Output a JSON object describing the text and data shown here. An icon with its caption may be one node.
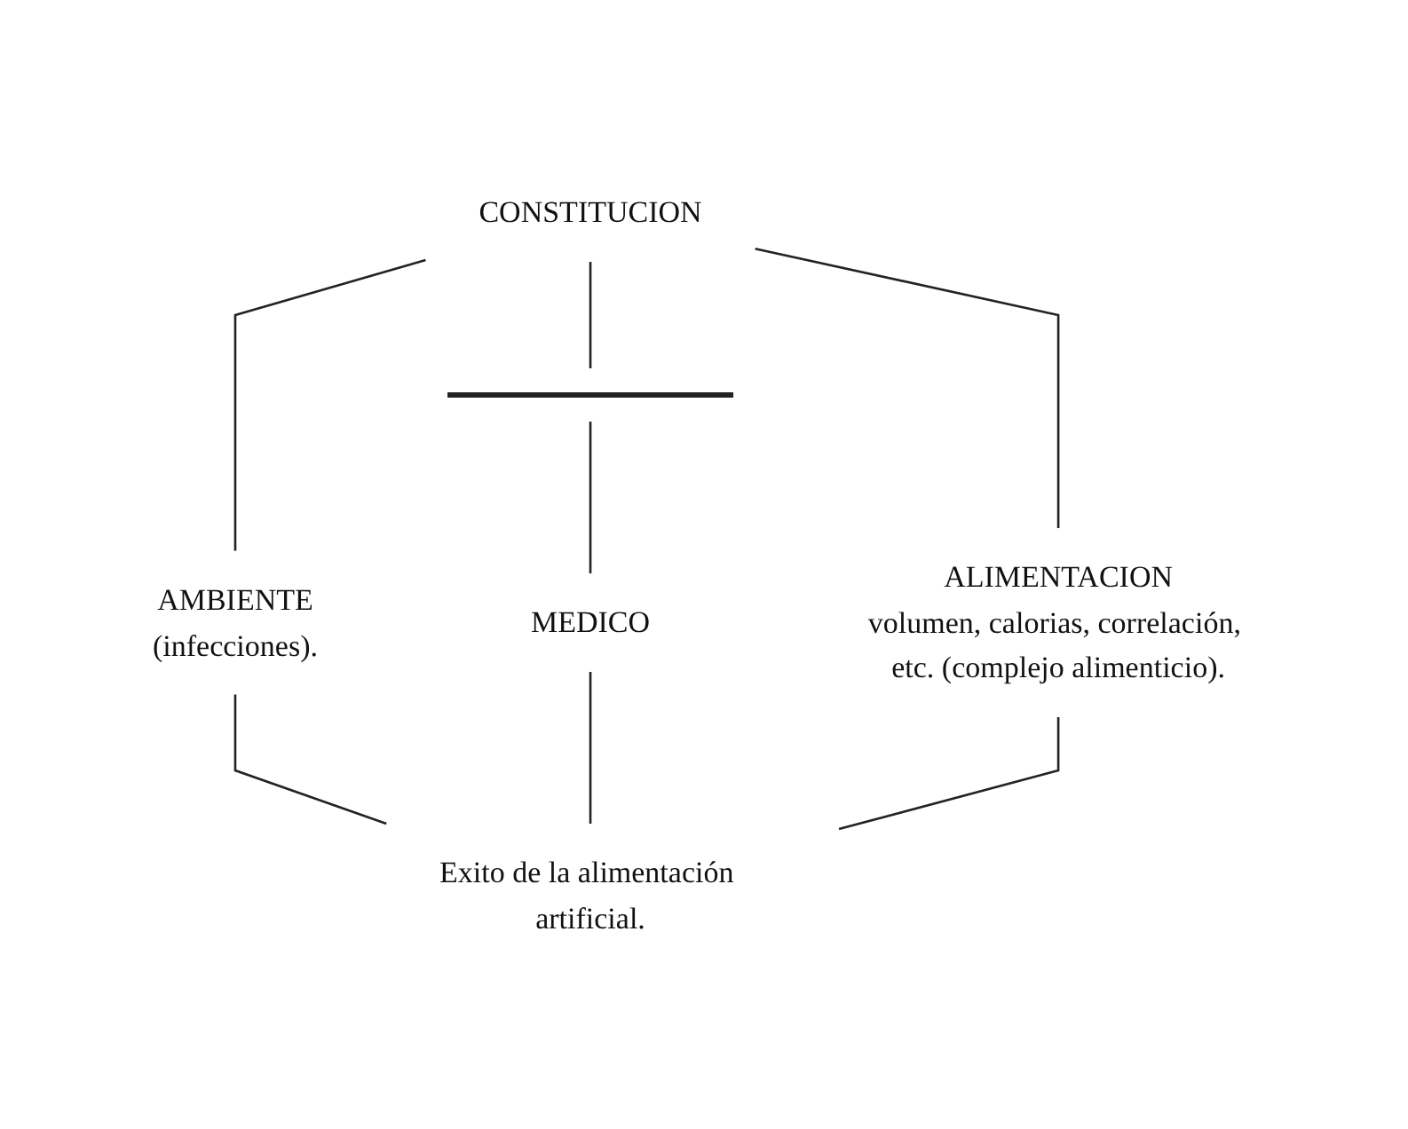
{
  "diagram": {
    "nodes": [
      {
        "text": [
          "CONSTITUCION"
        ]
      },
      {
        "text": [
          "AMBIENTE",
          "(infecciones)."
        ]
      },
      {
        "text": [],
        "shape": "bar"
      },
      {
        "text": [
          "ALIMENTACION",
          "volumen, calorias, correlación, etc. (complejo alimenticio)."
        ]
      },
      {
        "text": [
          "MEDICO"
        ]
      },
      {
        "text": [
          "Exito de la alimentación artificial."
        ]
      }
    ],
    "edges": [
      {
        "from": 0,
        "to": 1,
        "arrow": "none"
      },
      {
        "from": 0,
        "to": 2,
        "arrow": "none"
      },
      {
        "from": 0,
        "to": 3,
        "arrow": "none"
      },
      {
        "from": 2,
        "to": 4,
        "arrow": "none"
      },
      {
        "from": 1,
        "to": 5,
        "arrow": "none"
      },
      {
        "from": 4,
        "to": 5,
        "arrow": "none"
      },
      {
        "from": 3,
        "to": 5,
        "arrow": "none"
      }
    ]
  }
}
